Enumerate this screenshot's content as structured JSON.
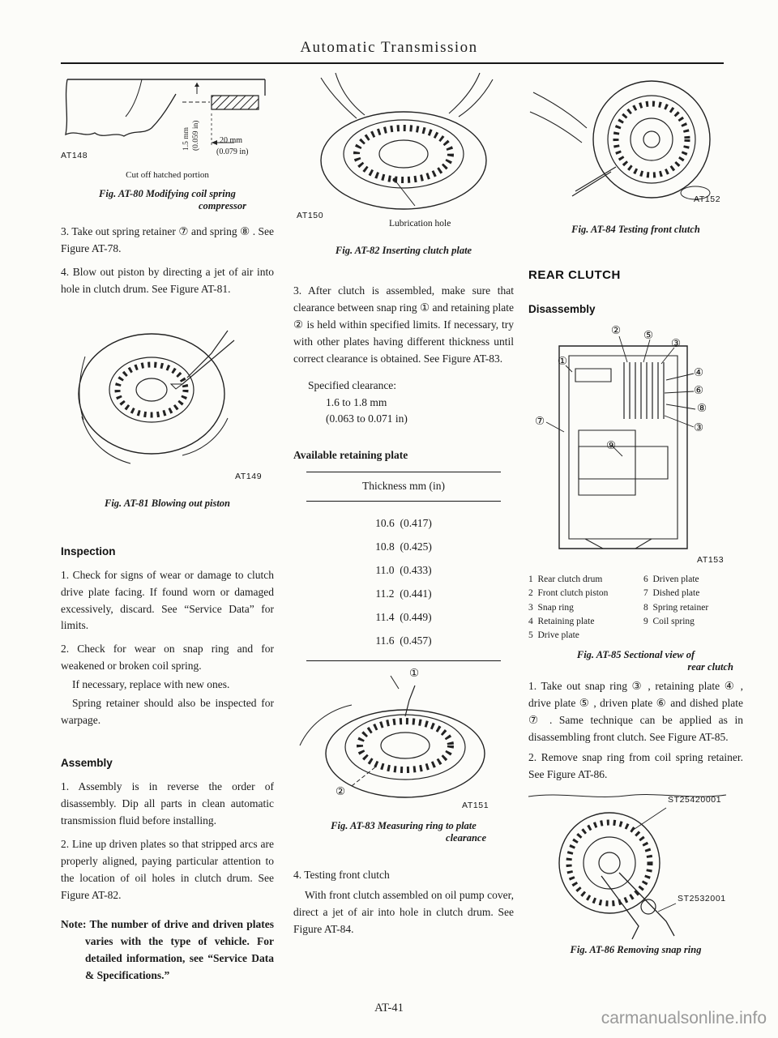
{
  "page": {
    "header_title": "Automatic Transmission",
    "page_number": "AT-41",
    "watermark": "carmanualsonline.info"
  },
  "left": {
    "fig80": {
      "code": "AT148",
      "dim_v1": "1.5 mm",
      "dim_v2": "(0.059 in)",
      "dim_h1": "20 mm",
      "dim_h2": "(0.079 in)",
      "note": "Cut off hatched portion",
      "caption_1": "Fig. AT-80  Modifying coil spring",
      "caption_2": "compressor"
    },
    "para_3": "3.   Take out spring retainer ⑦ and spring ⑧ . See Figure AT-78.",
    "para_4": "4.   Blow out piston by directing a jet of air into hole in clutch drum. See Figure AT-81.",
    "fig81": {
      "code": "AT149",
      "caption_1": "Fig. AT-81  Blowing out piston"
    },
    "inspection": {
      "heading": "Inspection",
      "para_1": "1.   Check for signs of wear or damage to clutch drive plate facing. If found worn or damaged excessively, discard. See “Service Data” for limits.",
      "para_2": "2.   Check for wear on snap ring and for weakened or broken coil spring.",
      "para_3": "If necessary, replace with new ones.",
      "para_4": "Spring retainer should also be inspected for warpage."
    },
    "assembly": {
      "heading": "Assembly",
      "para_1": "1.   Assembly is in reverse the order of disassembly. Dip all parts in clean automatic transmission fluid before installing.",
      "para_2": "2.   Line up driven plates so that stripped arcs are properly aligned, paying particular attention to the location of oil holes in clutch drum. See Figure AT-82.",
      "note": "Note:  The number of drive and driven plates varies with the type of vehicle. For detailed information, see “Service Data & Specifications.”"
    }
  },
  "middle": {
    "fig82": {
      "code": "AT150",
      "label": "Lubrication hole",
      "caption_1": "Fig. AT-82  Inserting clutch plate"
    },
    "para_3": "3.   After clutch is assembled, make sure that clearance between snap ring ① and retaining plate ② is held within specified limits. If necessary, try with other plates having different thickness until correct clearance is obtained. See Figure AT-83.",
    "spec": {
      "title": "Specified clearance:",
      "value_1": "1.6 to 1.8 mm",
      "value_2": "(0.063 to 0.071 in)"
    },
    "table_heading": "Available retaining plate",
    "table": {
      "header": "Thickness mm (in)",
      "rows": [
        "10.6  (0.417)",
        "10.8  (0.425)",
        "11.0  (0.433)",
        "11.2  (0.441)",
        "11.4  (0.449)",
        "11.6  (0.457)"
      ]
    },
    "fig83": {
      "code": "AT151",
      "callout_1": "①",
      "callout_2": "②",
      "caption_1": "Fig. AT-83  Measuring ring to plate",
      "caption_2": "clearance"
    },
    "para_4": "4.    Testing front clutch",
    "para_5": "With front clutch assembled on oil pump cover, direct a jet of air into hole in clutch drum. See Figure AT-84."
  },
  "right": {
    "fig84": {
      "code": "AT152",
      "caption_1": "Fig. AT-84  Testing front clutch"
    },
    "rear_clutch_heading": "REAR CLUTCH",
    "disassembly_heading": "Disassembly",
    "fig85": {
      "code": "AT153",
      "callouts": [
        "①",
        "②",
        "⑤",
        "③",
        "④",
        "⑥",
        "⑧",
        "③",
        "⑦",
        "⑨"
      ],
      "caption_1": "Fig. AT-85  Sectional view of",
      "caption_2": "rear clutch"
    },
    "legend_left": [
      "1  Rear clutch drum",
      "2  Front clutch piston",
      "3  Snap ring",
      "4  Retaining plate",
      "5  Drive plate"
    ],
    "legend_right": [
      "6  Driven plate",
      "7  Dished plate",
      "8  Spring retainer",
      "9  Coil spring"
    ],
    "para_1": "1.    Take out snap ring ③ , retaining plate ④ , drive plate ⑤ , driven plate ⑥ and dished plate ⑦ . Same technique can be applied as in disassembling front clutch. See Figure AT-85.",
    "para_2": "2.   Remove snap ring from coil spring retainer. See Figure AT-86.",
    "fig86": {
      "tool_1": "ST25420001",
      "tool_2": "ST2532001",
      "caption_1": "Fig. AT-86  Removing snap ring"
    }
  }
}
